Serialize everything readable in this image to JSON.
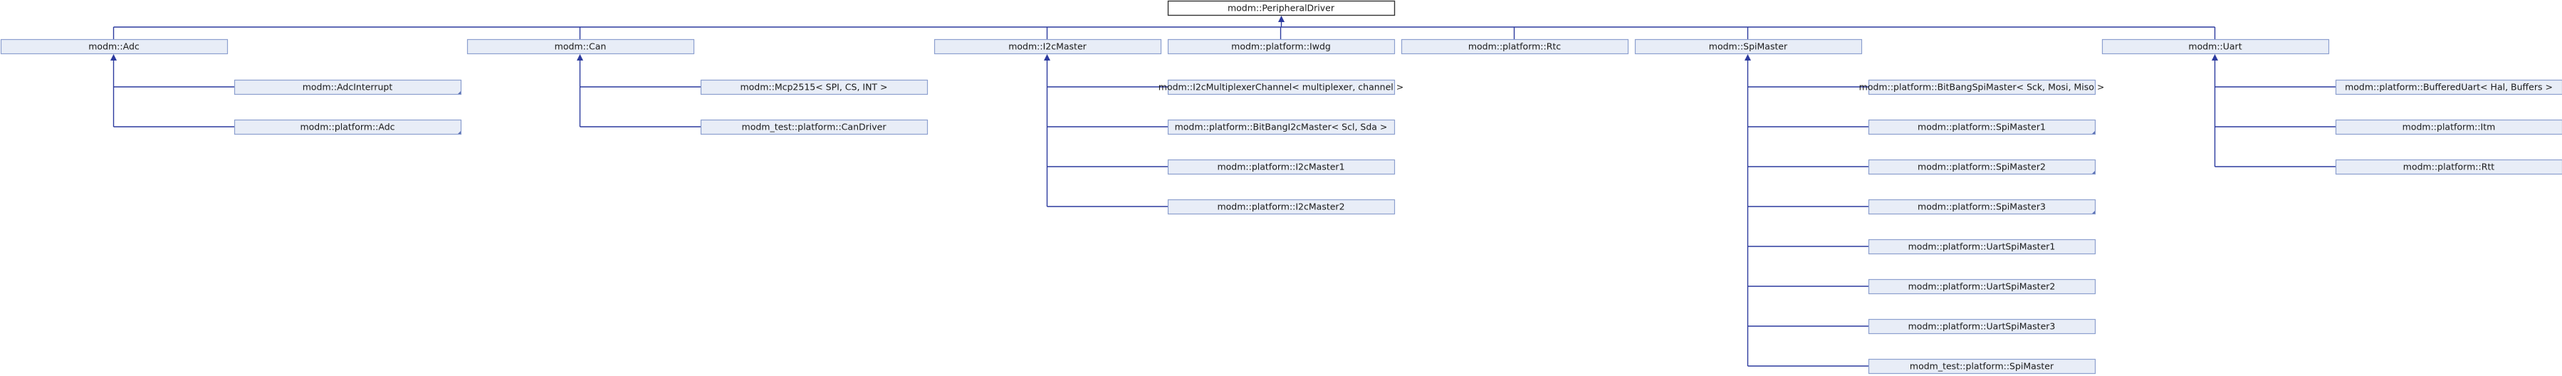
{
  "root": {
    "label": "modm::PeripheralDriver"
  },
  "groups": [
    {
      "label": "modm::Adc",
      "children": [
        "modm::AdcInterrupt",
        "modm::platform::Adc"
      ]
    },
    {
      "label": "modm::Can",
      "children": [
        "modm::Mcp2515< SPI, CS, INT >",
        "modm_test::platform::CanDriver"
      ]
    },
    {
      "label": "modm::I2cMaster",
      "children": [
        "modm::I2cMultiplexerChannel< multiplexer, channel >",
        "modm::platform::BitBangI2cMaster< Scl, Sda >",
        "modm::platform::I2cMaster1",
        "modm::platform::I2cMaster2"
      ]
    },
    {
      "label": "modm::platform::Iwdg",
      "children": []
    },
    {
      "label": "modm::platform::Rtc",
      "children": []
    },
    {
      "label": "modm::SpiMaster",
      "children": [
        "modm::platform::BitBangSpiMaster< Sck, Mosi, Miso >",
        "modm::platform::SpiMaster1",
        "modm::platform::SpiMaster2",
        "modm::platform::SpiMaster3",
        "modm::platform::UartSpiMaster1",
        "modm::platform::UartSpiMaster2",
        "modm::platform::UartSpiMaster3",
        "modm_test::platform::SpiMaster"
      ]
    },
    {
      "label": "modm::Uart",
      "children": [
        "modm::platform::BufferedUart< Hal, Buffers >",
        "modm::platform::Itm",
        "modm::platform::Rtt"
      ]
    }
  ],
  "colors": {
    "edge": "#2c3a9e",
    "node_fill": "#e8edf7",
    "node_border": "#8c9fcf",
    "root_border": "#333333"
  }
}
